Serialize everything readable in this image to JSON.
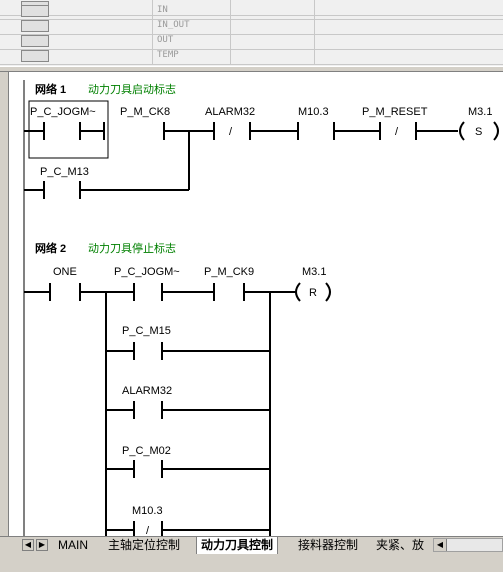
{
  "var_table": {
    "rows": [
      "",
      "IN",
      "IN_OUT",
      "OUT",
      "TEMP"
    ]
  },
  "networks": [
    {
      "header": "网络 1",
      "comment": "动力刀具启动标志",
      "contacts": {
        "c1": "P_C_JOGM~",
        "c2": "P_M_CK8",
        "c3": "ALARM32",
        "c4": "M10.3",
        "c5": "P_M_RESET",
        "c6": "P_C_M13"
      },
      "coil": {
        "label": "M3.1",
        "op": "S"
      },
      "negated": "/"
    },
    {
      "header": "网络 2",
      "comment": "动力刀具停止标志",
      "contacts": {
        "c1": "ONE",
        "c2": "P_C_JOGM~",
        "c3": "P_M_CK9",
        "c4": "P_C_M15",
        "c5": "ALARM32",
        "c6": "P_C_M02",
        "c7": "M10.3"
      },
      "coil": {
        "label": "M3.1",
        "op": "R"
      },
      "negated": "/"
    }
  ],
  "tabs": [
    "MAIN",
    "主轴定位控制",
    "动力刀具控制",
    "接料器控制",
    "夹紧、放"
  ],
  "active_tab": "动力刀具控制"
}
